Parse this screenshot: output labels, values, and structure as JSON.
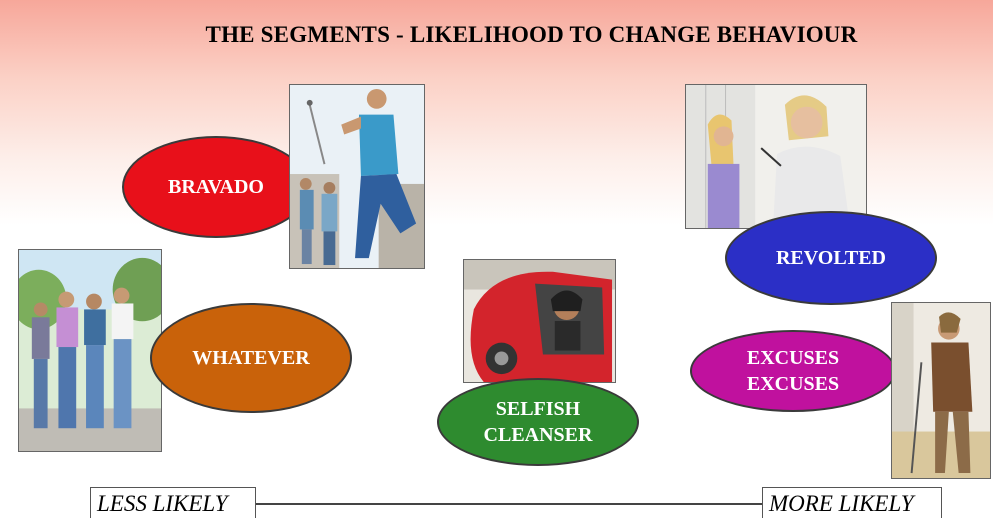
{
  "title": "THE SEGMENTS - LIKELIHOOD TO CHANGE BEHAVIOUR",
  "segments": {
    "bravado": {
      "label": "BRAVADO",
      "color": "#e8101a"
    },
    "whatever": {
      "label": "WHATEVER",
      "color": "#c9620a"
    },
    "selfish_cleanser": {
      "line1": "SELFISH",
      "line2": "CLEANSER",
      "color": "#2e8b2f"
    },
    "revolted": {
      "label": "REVOLTED",
      "color": "#2b2fc6"
    },
    "excuses_excuses": {
      "line1": "EXCUSES",
      "line2": "EXCUSES",
      "color": "#c0119e"
    }
  },
  "axis": {
    "left_label": "LESS LIKELY",
    "right_label": "MORE LIKELY"
  },
  "illustrations": [
    "bravado-illustration",
    "whatever-illustration",
    "selfish-cleanser-illustration",
    "revolted-illustration",
    "excuses-illustration"
  ]
}
